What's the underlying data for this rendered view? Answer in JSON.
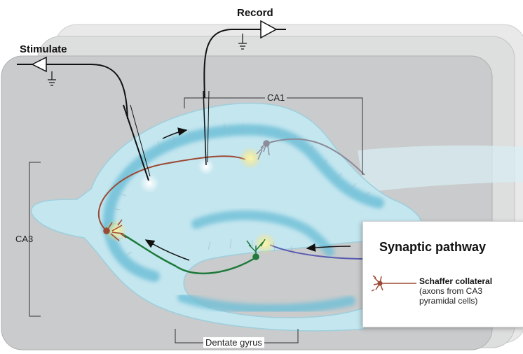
{
  "labels": {
    "record": "Record",
    "stimulate": "Stimulate",
    "ca1": "CA1",
    "ca3": "CA3",
    "dentate_gyrus": "Dentate gyrus"
  },
  "legend": {
    "title": "Synaptic pathway",
    "schaffer_title": "Schaffer collateral",
    "schaffer_desc_line1": "(axons from CA3",
    "schaffer_desc_line2": "pyramidal cells)"
  },
  "colors": {
    "slice_back": "#d7d7d7",
    "slice_front": "#c9cbcc",
    "tissue": "#c4e6ef",
    "cell_layer": "#6fc0d8",
    "schaffer": "#9b4a35",
    "mossy": "#1f7a3c",
    "perforant": "#5a5ab0",
    "electrode": "#111111",
    "synapse_glow": "#ffe066",
    "stim_glow": "#ffffff"
  }
}
